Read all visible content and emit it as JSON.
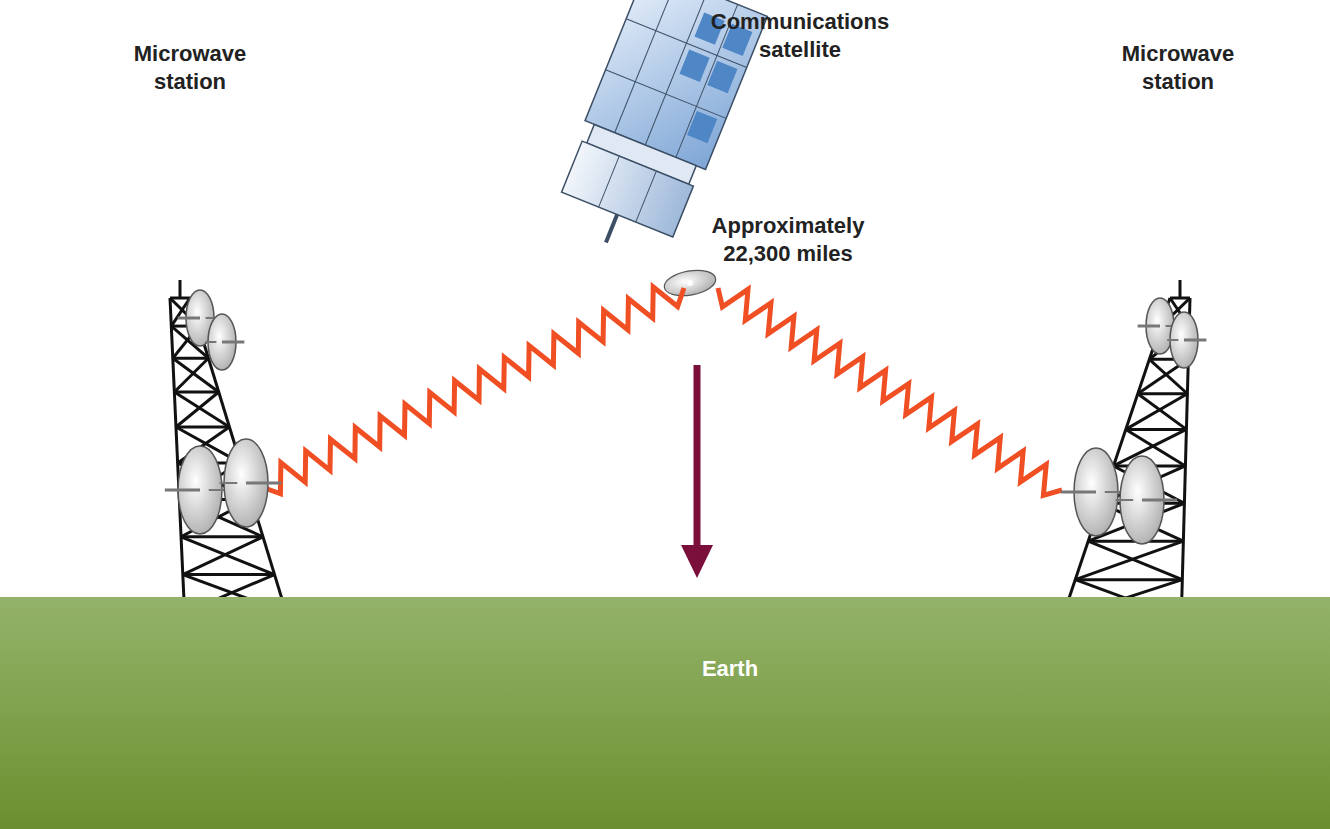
{
  "diagram": {
    "nodes": [
      {
        "text": [
          "Earth"
        ]
      }
    ],
    "labels": [
      "Communications satellite",
      "Microwave station",
      "Microwave station",
      "Approximately 22,300 miles"
    ]
  }
}
